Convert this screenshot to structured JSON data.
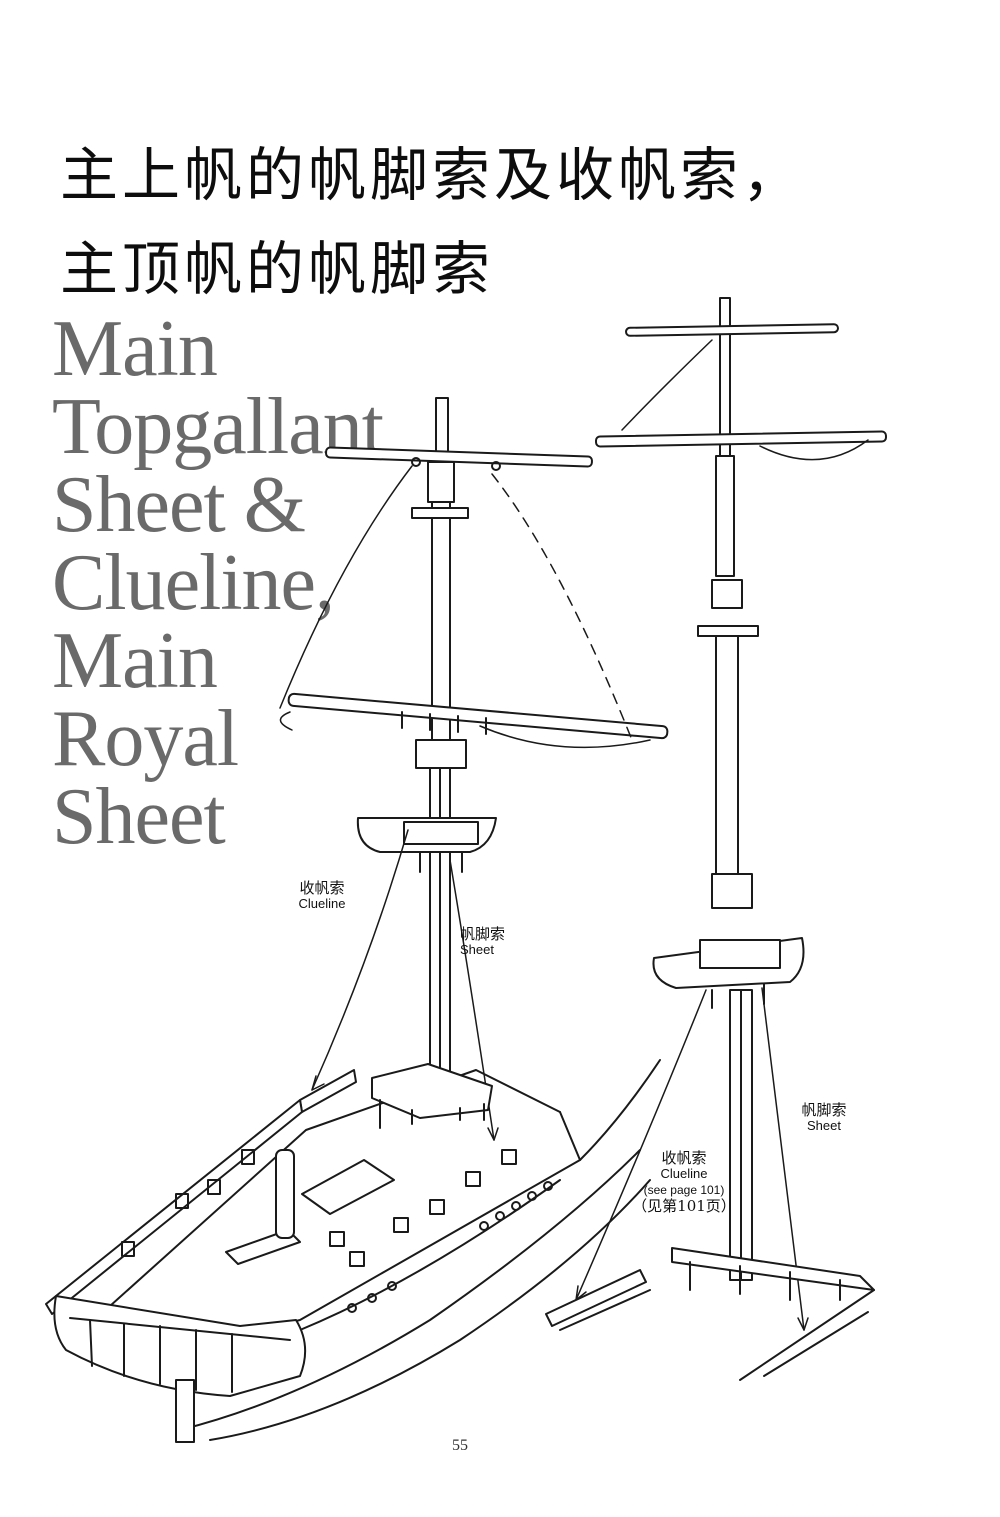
{
  "title_cn": {
    "line1": "主上帆的帆脚索及收帆索，",
    "line2": "主顶帆的帆脚索"
  },
  "title_en": {
    "lines": [
      "Main",
      "Topgallant",
      "Sheet &",
      "Clueline,",
      "Main",
      "Royal",
      "Sheet"
    ]
  },
  "labels": {
    "clueline_left": {
      "cn": "收帆索",
      "en": "Clueline"
    },
    "sheet_left": {
      "cn": "帆脚索",
      "en": "Sheet"
    },
    "sheet_right": {
      "cn": "帆脚索",
      "en": "Sheet"
    },
    "clueline_right": {
      "cn": "收帆索",
      "en": "Clueline",
      "ref": "(see page 101)",
      "ref_cn": "（见第101页）"
    }
  },
  "page_number": "55"
}
